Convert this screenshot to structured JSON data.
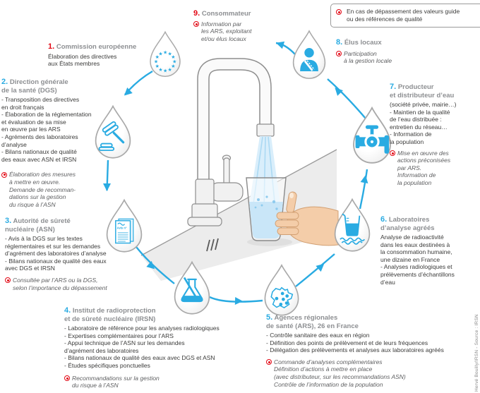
{
  "colors": {
    "accent_blue": "#29ABE2",
    "accent_red": "#E20613"
  },
  "alert_box": {
    "lines": [
      "En cas de dépassement des valeurs guide",
      "ou des références de qualité"
    ]
  },
  "credit": "Hervé Bouilly/IRSN - Source : IRSN",
  "asn_document_label": "Avis n°",
  "icons": {
    "marker": "red-target-icon",
    "star_glyph": "★",
    "droplet_1": "eu-stars-droplet-icon",
    "droplet_2": "gavel-droplet-icon",
    "droplet_3": "avis-document-droplet-icon",
    "droplet_4": "flask-droplet-icon",
    "droplet_5": "france-map-droplet-icon",
    "droplet_6": "beaker-droplet-icon",
    "droplet_7": "water-valve-droplet-icon",
    "droplet_8": "person-droplet-icon",
    "center": "tap-filling-glass-illustration"
  },
  "sections": {
    "commission": {
      "num": "1.",
      "title": [
        "Commission européenne"
      ],
      "body": [
        "Élaboration des directives",
        "aux États membres"
      ]
    },
    "dgs": {
      "num": "2.",
      "title": [
        "Direction générale",
        "de la santé (DGS)"
      ],
      "body": [
        "- Transposition des directives",
        "en droit français",
        "- Élaboration de la réglementation",
        "et évaluation de sa mise",
        "en œuvre par les ARS",
        "- Agréments des laboratoires",
        "d’analyse",
        "- Bilans nationaux de qualité",
        "des eaux avec ASN et IRSN"
      ],
      "note": [
        "Élaboration des mesures",
        "à mettre en œuvre.",
        "Demande de recomman-",
        "dations sur la gestion",
        "du risque à l’ASN"
      ]
    },
    "asn": {
      "num": "3.",
      "title": [
        "Autorité de sûreté",
        "nucléaire (ASN)"
      ],
      "body": [
        "- Avis à la DGS sur les textes",
        "réglementaires et sur les demandes",
        "d’agrément des laboratoires d’analyse",
        "- Bilans nationaux de qualité des eaux",
        "avec DGS et IRSN"
      ],
      "note": [
        "Consultée par l’ARS ou la DGS,",
        "selon l’importance du dépassement"
      ]
    },
    "irsn": {
      "num": "4.",
      "title": [
        "Institut de radioprotection",
        "et de sûreté nucléaire (IRSN)"
      ],
      "body": [
        "- Laboratoire de référence pour les analyses radiologiques",
        "- Expertises complémentaires pour l’ARS",
        "- Appui technique de l’ASN sur les demandes",
        "d’agrément des laboratoires",
        "- Bilans nationaux de qualité des eaux avec DGS et ASN",
        "- Études spécifiques ponctuelles"
      ],
      "note": [
        "Recommandations sur la gestion",
        "du risque à l’ASN"
      ]
    },
    "ars": {
      "num": "5.",
      "title": [
        "Agences régionales",
        "de santé (ARS), 26 en France"
      ],
      "body": [
        "- Contrôle sanitaire des eaux en région",
        "- Définition des points de prélèvement et de leurs fréquences",
        "- Délégation des prélèvements et analyses aux laboratoires agréés"
      ],
      "note": [
        "Commande d’analyses complémentaires",
        "Définition d’actions à mettre en place",
        "(avec distributeur, sur les recommandations ASN)",
        "Contrôle de l’information de la population"
      ]
    },
    "labs": {
      "num": "6.",
      "title": [
        "Laboratoires",
        "d’analyse agréés"
      ],
      "body": [
        "Analyse de radioactivité",
        "dans les eaux destinées à",
        "la consommation humaine,",
        "une dizaine en France",
        "- Analyses radiologiques et",
        "prélèvements d’échantillons",
        "d’eau"
      ]
    },
    "producteur": {
      "num": "7.",
      "title": [
        "Producteur",
        "et distributeur d’eau"
      ],
      "body": [
        "(société privée, mairie…)",
        "- Maintien de la qualité",
        "de l’eau distribuée :",
        "entretien du réseau…",
        "- Information de",
        "la population"
      ],
      "note": [
        "Mise en œuvre des",
        "actions préconisées",
        "par ARS.",
        "Information de",
        "la population"
      ]
    },
    "elus": {
      "num": "8.",
      "title": [
        "Élus locaux"
      ],
      "note": [
        "Participation",
        "à la gestion locale"
      ]
    },
    "consommateur": {
      "num": "9.",
      "title": [
        "Consommateur"
      ],
      "note": [
        "Information par",
        "les ARS, exploitant",
        "et/ou élus locaux"
      ]
    }
  }
}
